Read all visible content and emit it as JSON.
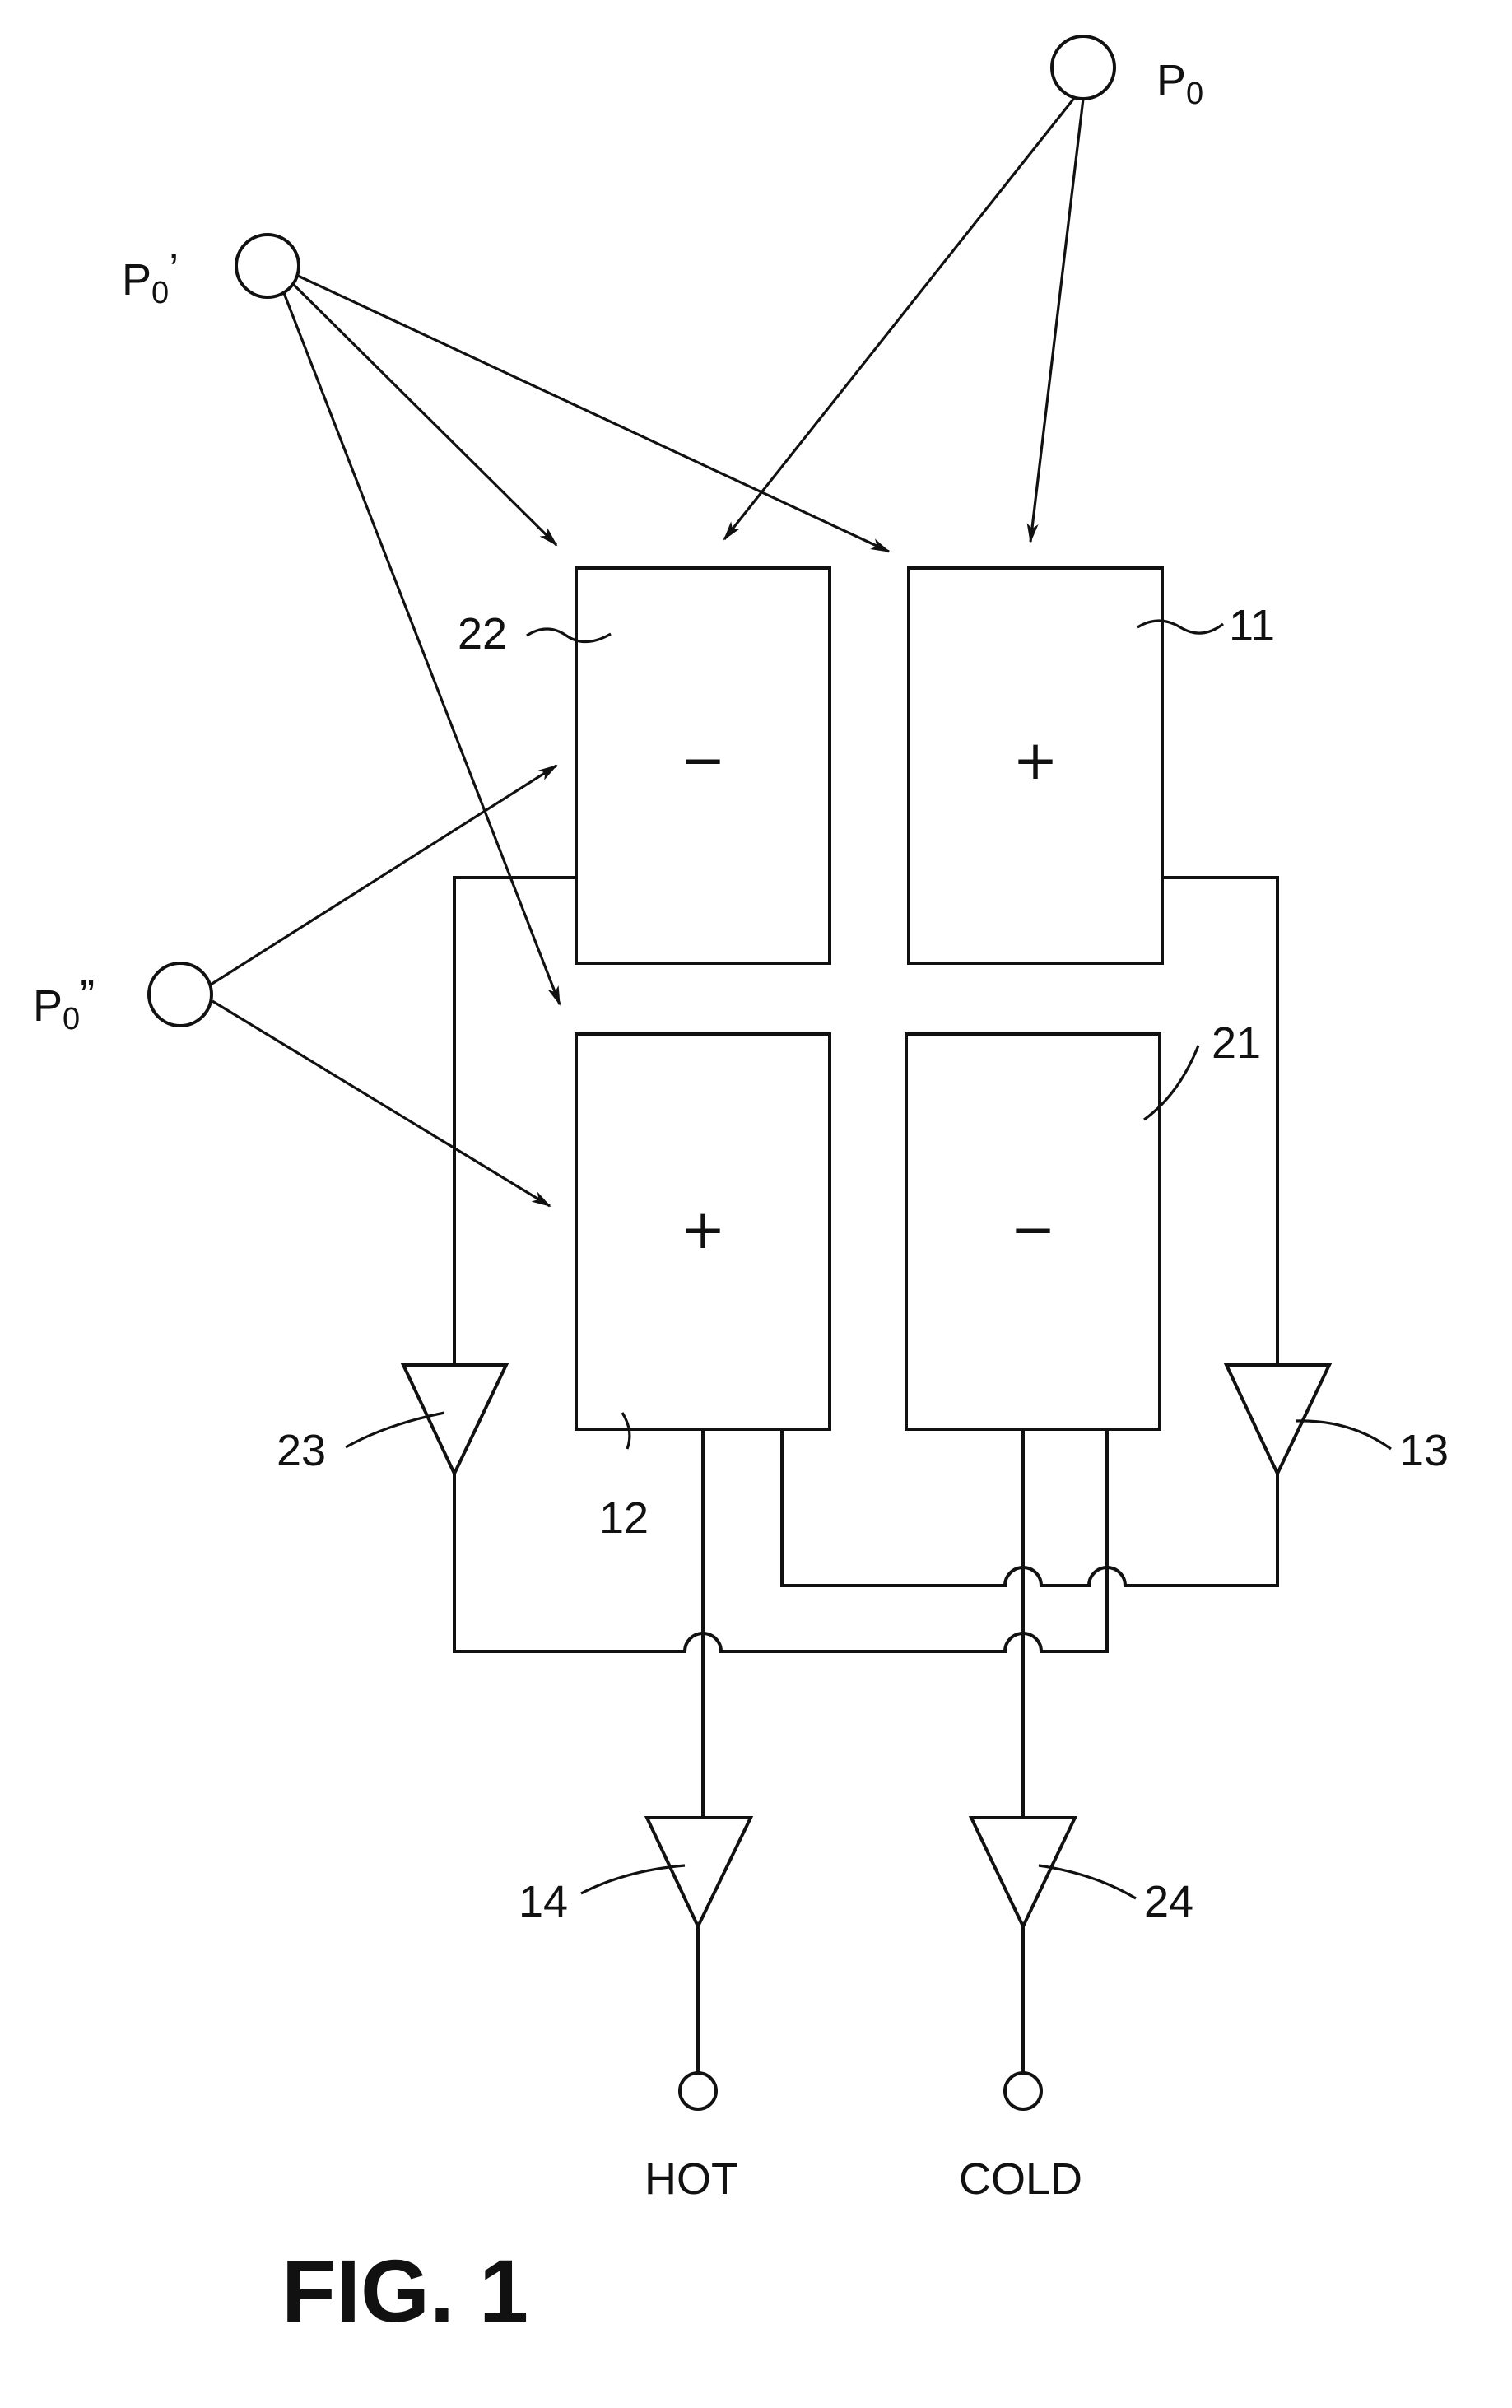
{
  "sources": {
    "p0": {
      "main": "P",
      "sub": "0",
      "mark": ""
    },
    "p0_prime": {
      "main": "P",
      "sub": "0",
      "mark": "’"
    },
    "p0_dprime": {
      "main": "P",
      "sub": "0",
      "mark": "”"
    }
  },
  "elements": [
    {
      "ref": "22",
      "sign": "−"
    },
    {
      "ref": "11",
      "sign": "+"
    },
    {
      "ref": "12",
      "sign": "+"
    },
    {
      "ref": "21",
      "sign": "−"
    }
  ],
  "amplifiers": [
    "23",
    "13",
    "14",
    "24"
  ],
  "outputs": {
    "hot": "HOT",
    "cold": "COLD"
  },
  "caption": "FIG. 1"
}
